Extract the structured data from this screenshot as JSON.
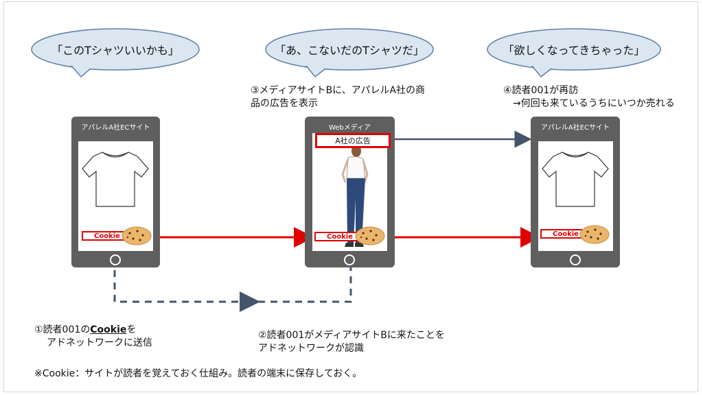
{
  "bubbles": {
    "left": "「このTシャツいいかも」",
    "middle": "「あ、こないだのTシャツだ」",
    "right": "「欲しくなってきちゃった」"
  },
  "phones": {
    "left": {
      "title": "アパレルA社ECサイト",
      "cookie_label": "Cookie"
    },
    "middle": {
      "title": "Webメディア",
      "ad_label": "A社の広告",
      "cookie_label": "Cookie"
    },
    "right": {
      "title": "アパレルA社ECサイト",
      "cookie_label": "Cookie"
    }
  },
  "notes": {
    "step3_line1": "③メディアサイトBに、アパレルA社の商",
    "step3_line2": "品の広告を表示",
    "step4_line1": "④読者001が再訪",
    "step4_line2": "→何回も来ているうちにいつか売れる",
    "step1_prefix": "①読者001の",
    "step1_cookie": "Cookie",
    "step1_suffix": "を",
    "step1_line2": "アドネットワークに送信",
    "step2_line1": "②読者001がメディアサイトBに来たことを",
    "step2_line2": "アドネットワークが認識",
    "footnote": "※Cookie：サイトが読者を覚えておく仕組み。読者の端末に保存しておく。"
  },
  "colors": {
    "bubble_fill": "#dbe6f1",
    "bubble_stroke": "#5e7fa5",
    "phone_body": "#5f5f5f",
    "cookie_arrow": "#e00000",
    "network_arrow": "#44546a"
  },
  "icons": [
    "speech-bubble",
    "tshirt-icon",
    "person-figure",
    "cookie-icon",
    "home-button-icon"
  ]
}
